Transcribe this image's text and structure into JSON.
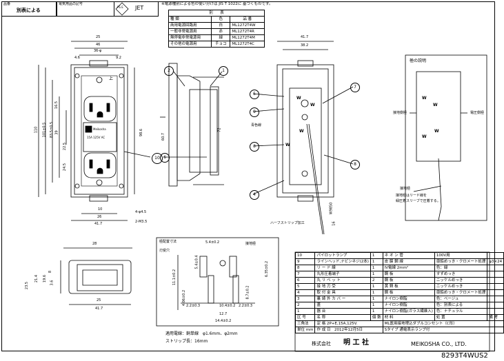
{
  "header": {
    "item_label": "品番",
    "item_value": "別表による",
    "elec_label": "電気用品の記号",
    "pse_mark": "PS E",
    "jet": "JET",
    "note": "※電源種別による色の使い分けは JIS T 1022に 基づくものです。"
  },
  "color_table": {
    "title_left": "別",
    "title_right": "表",
    "headers": [
      "種 類",
      "色",
      "品 番"
    ],
    "rows": [
      [
        "商用電源回路用",
        "白",
        "ML1272T4W"
      ],
      [
        "一般非常電源用",
        "赤",
        "ML1272T4R"
      ],
      [
        "無停電非常電源用",
        "緑",
        "ML1272T4M"
      ],
      [
        "その他の電源用",
        "チョコ",
        "ML1272T4C"
      ]
    ]
  },
  "front_view": {
    "dims_top": [
      "25",
      "46",
      "36-φ",
      "4.6",
      "9.2"
    ],
    "dims_left": [
      "110",
      "101±0.5",
      "83.5±0.5",
      "16.5",
      "39",
      "22.5",
      "24.5"
    ],
    "dim_right": "98.6",
    "dims_bottom": [
      "10",
      "26",
      "41.7"
    ],
    "hole1": "4-φ4.5",
    "hole2": "2-M3.5",
    "plug_marking": "上",
    "logo_text": "Meikosha",
    "rating": "15A 125V AC"
  },
  "side_view": {
    "dim": "60.7",
    "dim2": "72"
  },
  "back_view": {
    "dim1": "41.7",
    "dim2": "38.2",
    "color_line_label": "青色線",
    "wire_label": "W9850",
    "dim_strip": "16",
    "strip_label": "ハーフストリップ加工",
    "w_marks": [
      "W",
      "W",
      "W",
      "W"
    ]
  },
  "callouts": [
    "1",
    "2",
    "3",
    "4",
    "5",
    "6",
    "7",
    "8",
    "9",
    "10"
  ],
  "bottom_view": {
    "dim_top": "28",
    "dims_left": [
      "23.5",
      "21.4",
      "19.6",
      "8",
      "3.6"
    ],
    "dims_bottom": [
      "25",
      "41.7"
    ]
  },
  "terminal_detail": {
    "title": "極配置寸法",
    "note": "刃受穴",
    "ground": "接地極",
    "dims": [
      "5.4±0.2",
      "5.4±0.4",
      "11.1±0.2",
      "4.06±0.2",
      "2.2±0.3",
      "10.4±0.2",
      "2.2±0.3",
      "12.7",
      "14.4±0.2",
      "8.7±0.2",
      "6.35±0.2"
    ],
    "conductor_note": "適用電線：銅単線　φ1.6mm、φ2mm",
    "strip_note": "ストリップ長：16mm"
  },
  "pole_explain": {
    "title": "極の説明",
    "ground_side": "接地側極",
    "voltage_side": "電圧側極",
    "ground_pole": "接地極",
    "ground_note1": "接地極はリード線を",
    "ground_note2": "緑圧着スリーブで圧着する。",
    "w_marks": [
      "W",
      "W",
      "W",
      "W"
    ]
  },
  "parts_table": {
    "rows": [
      [
        "10",
        "パイロットランプ",
        "1",
        "ネ オ ン 管",
        "100V用",
        ""
      ],
      [
        "9",
        "ラインヘッド,ナビンネジ(2本)",
        "1",
        "皮 膜 鋼 線",
        "亜鉛めっき・クロメート処理",
        "φ3×24"
      ],
      [
        "8",
        "リ ー ド 線",
        "1",
        "IV電線 2mm²",
        "色：緑",
        ""
      ],
      [
        "7",
        "丸形圧着端子",
        "1",
        "鋼 板",
        "すずめっき",
        ""
      ],
      [
        "6",
        "丸 リ ベ ッ ト",
        "2",
        "鋼 板",
        "ニッケルめっき",
        ""
      ],
      [
        "5",
        "接 地 刃 受",
        "1",
        "黄 銅 板",
        "ニッケルめっき",
        ""
      ],
      [
        "4",
        "取 付 金 具",
        "1",
        "鋼 板",
        "亜鉛めっき・クロメート処理",
        ""
      ],
      [
        "3",
        "裏 綺 外 カ バ ー",
        "1",
        "ナイロン樹脂",
        "色：ベージュ",
        ""
      ],
      [
        "2",
        "蓋",
        "1",
        "ナイロン樹脂",
        "色：別表による",
        ""
      ],
      [
        "1",
        "器 台",
        "1",
        "ナイロン樹脂(ガラス繊維入)",
        "色：ナチュラル",
        ""
      ]
    ],
    "header": [
      "区 号",
      "名 称",
      "個 数",
      "材 料",
      "処 置",
      "備 考"
    ],
    "row_a_label": "三角法",
    "rating_label": "定 格 2P+E,15A,125V.",
    "row_b_label": "単位 mm",
    "date_label": "作 成 日　2012年12月5日",
    "product_name": "ML医用接地埋込ダブルコンセント（C形）",
    "product_sub": "Sタイプ 通電表示ランプ付",
    "company_jp_prefix": "株式会社",
    "company_jp": "明 工 社",
    "company_en": "MEIKOSHA CO., LTD."
  },
  "drawing_number": "8293T4WUS2"
}
